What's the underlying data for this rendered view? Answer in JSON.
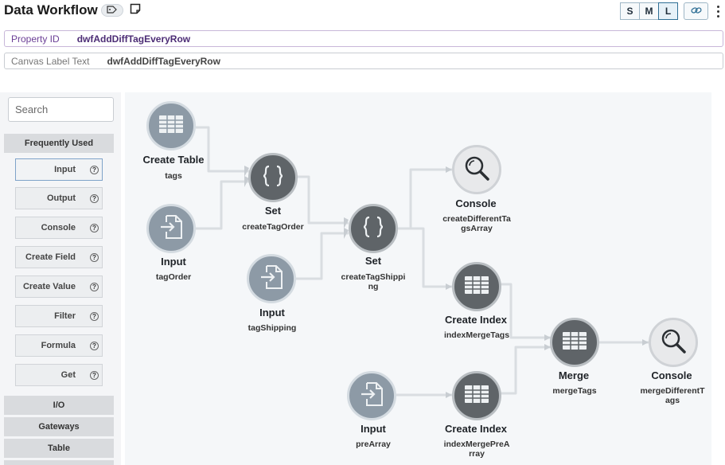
{
  "header": {
    "title": "Data Workflow",
    "sizes": [
      "S",
      "M",
      "L"
    ],
    "active_size": "L"
  },
  "fields": {
    "property_id": {
      "label": "Property ID",
      "value": "dwfAddDiffTagEveryRow"
    },
    "canvas_label": {
      "label": "Canvas Label Text",
      "value": "dwfAddDiffTagEveryRow"
    }
  },
  "palette": {
    "search_placeholder": "Search",
    "section_frequent": "Frequently Used",
    "items": [
      "Input",
      "Output",
      "Console",
      "Create Field",
      "Create Value",
      "Filter",
      "Formula",
      "Get"
    ],
    "sections": [
      "I/O",
      "Gateways",
      "Table"
    ]
  },
  "nodes": [
    {
      "label": "Create Table",
      "sub": "tags",
      "icon": "table-icon"
    },
    {
      "label": "Input",
      "sub": "tagOrder",
      "icon": "input-icon"
    },
    {
      "label": "Set",
      "sub": "createTagOrder",
      "icon": "braces-icon"
    },
    {
      "label": "Input",
      "sub": "tagShipping",
      "icon": "input-icon"
    },
    {
      "label": "Set",
      "sub": "createTagShipping",
      "icon": "braces-icon"
    },
    {
      "label": "Console",
      "sub": "createDifferentTagsArray",
      "icon": "magnifier-icon"
    },
    {
      "label": "Create Index",
      "sub": "indexMergeTags",
      "icon": "table-icon"
    },
    {
      "label": "Merge",
      "sub": "mergeTags",
      "icon": "table-icon"
    },
    {
      "label": "Console",
      "sub": "mergeDifferentTags",
      "icon": "magnifier-icon"
    },
    {
      "label": "Input",
      "sub": "preArray",
      "icon": "input-icon"
    },
    {
      "label": "Create Index",
      "sub": "indexMergePreArray",
      "icon": "table-icon"
    }
  ],
  "colors": {
    "accent_purple": "#6b3f96",
    "active_blue": "#2f6f95",
    "node_light": "#8d9aa6",
    "node_dark": "#5f6468"
  }
}
